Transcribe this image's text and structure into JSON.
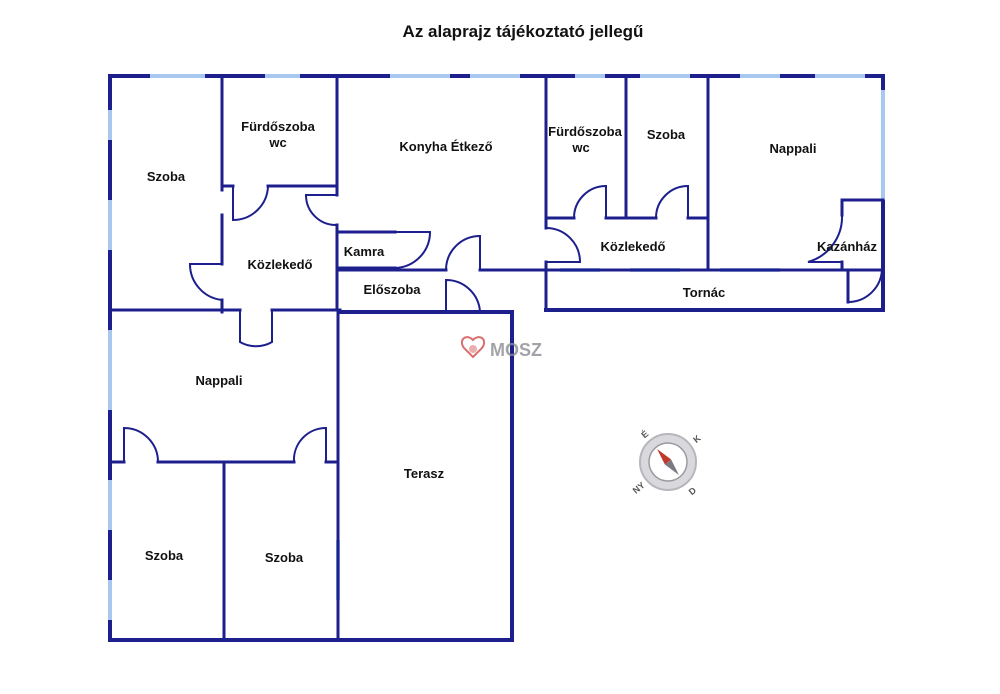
{
  "title": "Az alaprajz tájékoztató jellegű",
  "watermark": {
    "text": "MOSZ",
    "color": "#d24a4a"
  },
  "rooms": {
    "szoba_nw": "Szoba",
    "furdo_1": "Fürdőszoba",
    "wc_1": "wc",
    "konyha": "Konyha Étkező",
    "furdo_2": "Fürdőszoba",
    "wc_2": "wc",
    "szoba_ne": "Szoba",
    "nappali_ne": "Nappali",
    "kozlekedo_1": "Közlekedő",
    "kamra": "Kamra",
    "kozlekedo_2": "Közlekedő",
    "kazanhaz": "Kazánház",
    "eloszoba": "Előszoba",
    "tornac": "Tornác",
    "nappali_w": "Nappali",
    "terasz": "Terasz",
    "szoba_sw1": "Szoba",
    "szoba_sw2": "Szoba"
  },
  "compass": {
    "icon": "compass-icon",
    "north": "É",
    "east": "K",
    "south": "D",
    "west": "NY"
  },
  "colors": {
    "wall": "#1c1f8c",
    "window": "#a9c8ef"
  }
}
